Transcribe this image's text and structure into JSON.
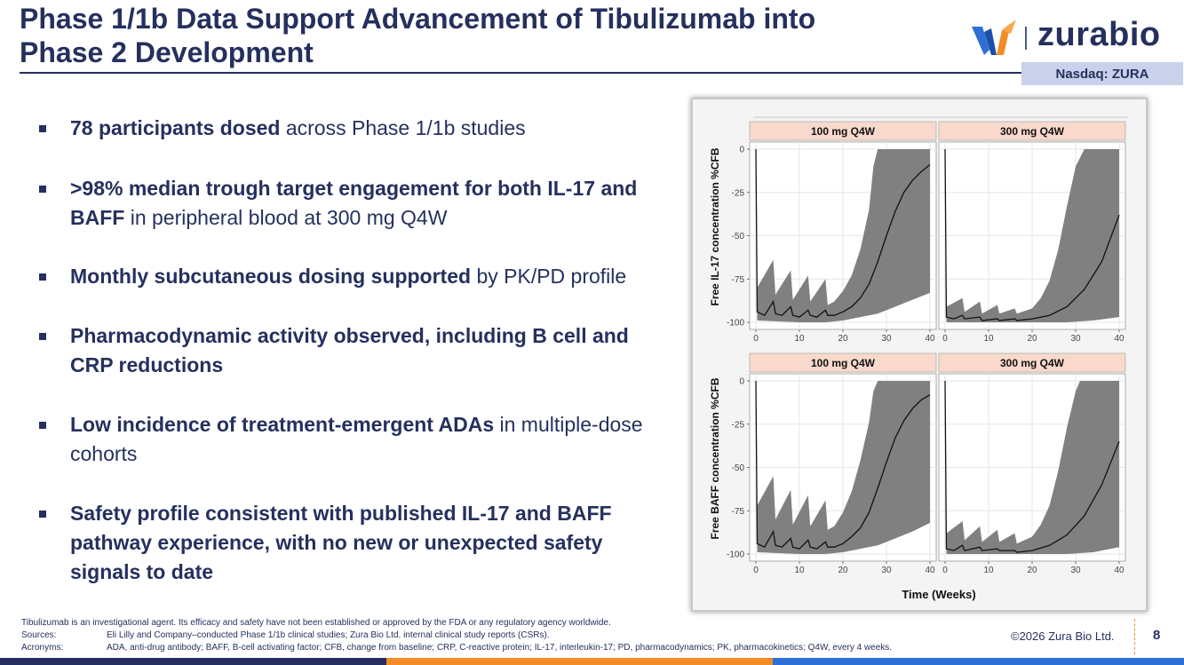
{
  "header": {
    "title_line1": "Phase 1/1b Data Support Advancement of Tibulizumab into",
    "title_line2": "Phase 2 Development",
    "logo_text": "zurabio",
    "ticker": "Nasdaq: ZURA"
  },
  "bullets": [
    {
      "bold": "78 participants dosed",
      "rest": " across Phase 1/1b studies"
    },
    {
      "bold": ">98% median trough target engagement for both IL-17 and BAFF",
      "rest": " in peripheral blood at 300 mg Q4W"
    },
    {
      "bold": "Monthly subcutaneous dosing supported",
      "rest": " by PK/PD profile"
    },
    {
      "bold": "Pharmacodynamic activity observed, including B cell and CRP reductions",
      "rest": ""
    },
    {
      "bold": "Low incidence of treatment-emergent ADAs",
      "rest": " in multiple-dose cohorts"
    },
    {
      "bold": "Safety profile consistent with published IL-17 and BAFF pathway experience, with no new or unexpected safety signals to date",
      "rest": ""
    }
  ],
  "chart_data": {
    "type": "area",
    "xlabel": "Time (Weeks)",
    "xticks": [
      0,
      10,
      20,
      30,
      40
    ],
    "yticks": [
      0,
      -25,
      -50,
      -75,
      -100
    ],
    "xlim": [
      0,
      40
    ],
    "ylim": [
      -100,
      0
    ],
    "rows": [
      {
        "ylabel": "Free IL-17 concentration %CFB"
      },
      {
        "ylabel": "Free  BAFF concentration %CFB"
      }
    ],
    "panels": [
      {
        "title": "100 mg Q4W",
        "row": 0,
        "col": 0,
        "median": [
          [
            0,
            0
          ],
          [
            0.3,
            -94
          ],
          [
            2,
            -96
          ],
          [
            4,
            -88
          ],
          [
            4.5,
            -95
          ],
          [
            6,
            -96
          ],
          [
            8,
            -91
          ],
          [
            8.5,
            -96
          ],
          [
            10,
            -97
          ],
          [
            12,
            -93
          ],
          [
            12.5,
            -96
          ],
          [
            14,
            -97
          ],
          [
            16,
            -93
          ],
          [
            16.5,
            -96
          ],
          [
            18,
            -96
          ],
          [
            20,
            -94
          ],
          [
            22,
            -91
          ],
          [
            24,
            -86
          ],
          [
            26,
            -78
          ],
          [
            28,
            -65
          ],
          [
            30,
            -50
          ],
          [
            32,
            -36
          ],
          [
            34,
            -25
          ],
          [
            36,
            -18
          ],
          [
            38,
            -13
          ],
          [
            40,
            -9
          ]
        ],
        "lower": [
          [
            0,
            0
          ],
          [
            0.3,
            -99
          ],
          [
            10,
            -100
          ],
          [
            16,
            -100
          ],
          [
            20,
            -99
          ],
          [
            24,
            -97
          ],
          [
            28,
            -95
          ],
          [
            32,
            -91
          ],
          [
            36,
            -87
          ],
          [
            40,
            -83
          ]
        ],
        "upper": [
          [
            0,
            0
          ],
          [
            0.3,
            -80
          ],
          [
            4,
            -64
          ],
          [
            4.5,
            -84
          ],
          [
            8,
            -70
          ],
          [
            8.5,
            -87
          ],
          [
            12,
            -73
          ],
          [
            12.5,
            -88
          ],
          [
            16,
            -75
          ],
          [
            16.5,
            -90
          ],
          [
            18,
            -88
          ],
          [
            20,
            -82
          ],
          [
            22,
            -73
          ],
          [
            24,
            -58
          ],
          [
            26,
            -35
          ],
          [
            27,
            -10
          ],
          [
            28,
            0
          ],
          [
            40,
            0
          ]
        ]
      },
      {
        "title": "300 mg Q4W",
        "row": 0,
        "col": 1,
        "median": [
          [
            0,
            0
          ],
          [
            0.3,
            -97
          ],
          [
            2,
            -98
          ],
          [
            4,
            -96
          ],
          [
            4.5,
            -98
          ],
          [
            8,
            -97
          ],
          [
            8.5,
            -99
          ],
          [
            12,
            -98
          ],
          [
            12.5,
            -99
          ],
          [
            16,
            -98
          ],
          [
            16.5,
            -99
          ],
          [
            20,
            -98
          ],
          [
            24,
            -96
          ],
          [
            28,
            -91
          ],
          [
            32,
            -81
          ],
          [
            36,
            -65
          ],
          [
            40,
            -38
          ]
        ],
        "lower": [
          [
            0,
            0
          ],
          [
            0.3,
            -100
          ],
          [
            20,
            -100
          ],
          [
            28,
            -100
          ],
          [
            34,
            -99
          ],
          [
            40,
            -97
          ]
        ],
        "upper": [
          [
            0,
            0
          ],
          [
            0.3,
            -91
          ],
          [
            4,
            -86
          ],
          [
            4.5,
            -94
          ],
          [
            8,
            -88
          ],
          [
            8.5,
            -95
          ],
          [
            12,
            -90
          ],
          [
            12.5,
            -95
          ],
          [
            16,
            -92
          ],
          [
            16.5,
            -95
          ],
          [
            20,
            -92
          ],
          [
            22,
            -86
          ],
          [
            24,
            -76
          ],
          [
            26,
            -58
          ],
          [
            28,
            -33
          ],
          [
            30,
            -10
          ],
          [
            32,
            0
          ],
          [
            40,
            0
          ]
        ]
      },
      {
        "title": "100 mg Q4W",
        "row": 1,
        "col": 0,
        "median": [
          [
            0,
            0
          ],
          [
            0.3,
            -94
          ],
          [
            2,
            -96
          ],
          [
            4,
            -87
          ],
          [
            4.5,
            -95
          ],
          [
            6,
            -96
          ],
          [
            8,
            -91
          ],
          [
            8.5,
            -96
          ],
          [
            10,
            -97
          ],
          [
            12,
            -92
          ],
          [
            12.5,
            -96
          ],
          [
            14,
            -97
          ],
          [
            16,
            -93
          ],
          [
            16.5,
            -96
          ],
          [
            18,
            -96
          ],
          [
            20,
            -94
          ],
          [
            22,
            -90
          ],
          [
            24,
            -85
          ],
          [
            26,
            -76
          ],
          [
            28,
            -62
          ],
          [
            30,
            -47
          ],
          [
            32,
            -33
          ],
          [
            34,
            -23
          ],
          [
            36,
            -16
          ],
          [
            38,
            -11
          ],
          [
            40,
            -8
          ]
        ],
        "lower": [
          [
            0,
            0
          ],
          [
            0.3,
            -99
          ],
          [
            10,
            -100
          ],
          [
            16,
            -100
          ],
          [
            20,
            -99
          ],
          [
            24,
            -97
          ],
          [
            28,
            -95
          ],
          [
            32,
            -91
          ],
          [
            36,
            -87
          ],
          [
            40,
            -82
          ]
        ],
        "upper": [
          [
            0,
            0
          ],
          [
            0.3,
            -72
          ],
          [
            4,
            -55
          ],
          [
            4.5,
            -80
          ],
          [
            8,
            -63
          ],
          [
            8.5,
            -83
          ],
          [
            12,
            -66
          ],
          [
            12.5,
            -84
          ],
          [
            16,
            -69
          ],
          [
            16.5,
            -86
          ],
          [
            18,
            -84
          ],
          [
            20,
            -76
          ],
          [
            22,
            -64
          ],
          [
            24,
            -46
          ],
          [
            26,
            -24
          ],
          [
            27,
            -6
          ],
          [
            28,
            0
          ],
          [
            40,
            0
          ]
        ]
      },
      {
        "title": "300 mg Q4W",
        "row": 1,
        "col": 1,
        "median": [
          [
            0,
            0
          ],
          [
            0.3,
            -97
          ],
          [
            2,
            -98
          ],
          [
            4,
            -95
          ],
          [
            4.5,
            -98
          ],
          [
            8,
            -96
          ],
          [
            8.5,
            -98
          ],
          [
            12,
            -97
          ],
          [
            12.5,
            -98
          ],
          [
            16,
            -98
          ],
          [
            16.5,
            -99
          ],
          [
            20,
            -98
          ],
          [
            24,
            -95
          ],
          [
            28,
            -89
          ],
          [
            32,
            -78
          ],
          [
            36,
            -60
          ],
          [
            40,
            -35
          ]
        ],
        "lower": [
          [
            0,
            0
          ],
          [
            0.3,
            -100
          ],
          [
            20,
            -100
          ],
          [
            28,
            -100
          ],
          [
            34,
            -99
          ],
          [
            40,
            -96
          ]
        ],
        "upper": [
          [
            0,
            0
          ],
          [
            0.3,
            -88
          ],
          [
            4,
            -81
          ],
          [
            4.5,
            -92
          ],
          [
            8,
            -84
          ],
          [
            8.5,
            -93
          ],
          [
            12,
            -86
          ],
          [
            12.5,
            -93
          ],
          [
            16,
            -88
          ],
          [
            16.5,
            -94
          ],
          [
            20,
            -90
          ],
          [
            22,
            -83
          ],
          [
            24,
            -72
          ],
          [
            26,
            -52
          ],
          [
            28,
            -27
          ],
          [
            30,
            -6
          ],
          [
            31,
            0
          ],
          [
            40,
            0
          ]
        ]
      }
    ]
  },
  "footer": {
    "disclaimer": "Tibulizumab is an investigational agent. Its efficacy and safety have not been established or approved by the FDA or any regulatory agency worldwide.",
    "sources_label": "Sources:",
    "sources_text": "Eli Lilly and Company–conducted Phase 1/1b clinical studies; Zura Bio Ltd. internal clinical study reports (CSRs).",
    "acronyms_label": "Acronyms:",
    "acronyms_text": "ADA, anti-drug antibody; BAFF, B-cell activating factor; CFB, change from baseline; CRP, C-reactive protein; IL-17, interleukin-17; PD, pharmacodynamics; PK, pharmacokinetics; Q4W, every 4 weeks.",
    "copyright": "©2026 Zura Bio Ltd.",
    "page_number": "8"
  },
  "colors": {
    "navy": "#25305e",
    "ribbon": "#808080",
    "panel_strip": "#f9d9cc",
    "ticker_bg": "#c9d2ea",
    "accent_orange": "#f28c28",
    "accent_blue": "#2d6fd6"
  }
}
